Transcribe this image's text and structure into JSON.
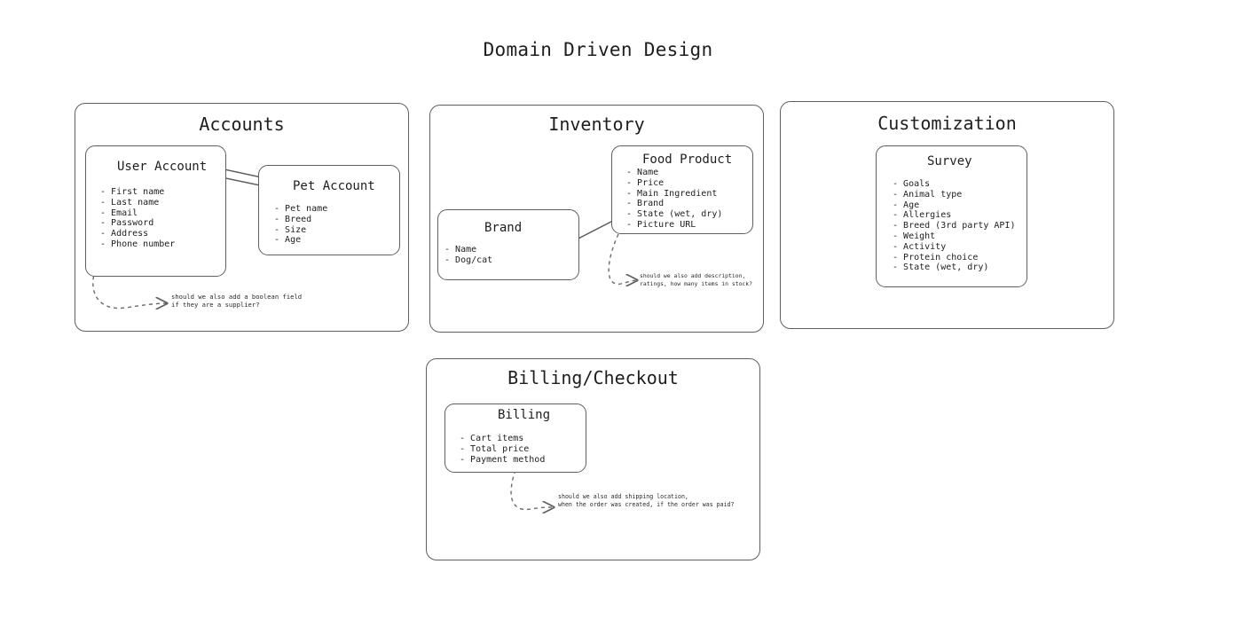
{
  "title": "Domain Driven Design",
  "contexts": {
    "accounts": {
      "title": "Accounts",
      "user_account": {
        "title": "User Account",
        "fields": [
          "First name",
          "Last name",
          "Email",
          "Password",
          "Address",
          "Phone number"
        ]
      },
      "pet_account": {
        "title": "Pet Account",
        "fields": [
          "Pet name",
          "Breed",
          "Size",
          "Age"
        ]
      },
      "note": [
        "should we also add a boolean field",
        "if they are a supplier?"
      ]
    },
    "inventory": {
      "title": "Inventory",
      "brand": {
        "title": "Brand",
        "fields": [
          "Name",
          "Dog/cat"
        ]
      },
      "food_product": {
        "title": "Food Product",
        "fields": [
          "Name",
          "Price",
          "Main Ingredient",
          "Brand",
          "State (wet, dry)",
          "Picture URL"
        ]
      },
      "note": [
        "should we also add description,",
        "ratings, how many items in stock?"
      ]
    },
    "customization": {
      "title": "Customization",
      "survey": {
        "title": "Survey",
        "fields": [
          "Goals",
          "Animal type",
          "Age",
          "Allergies",
          "Breed (3rd party API)",
          "Weight",
          "Activity",
          "Protein choice",
          "State (wet, dry)"
        ]
      }
    },
    "billing_checkout": {
      "title": "Billing/Checkout",
      "billing": {
        "title": "Billing",
        "fields": [
          "Cart items",
          "Total price",
          "Payment method"
        ]
      },
      "note": [
        "should we also add shipping location,",
        "when the order was created, if the order was paid?"
      ]
    }
  },
  "colors": {
    "stroke": "#5e5e5e",
    "text": "#1e1e1e",
    "background": "#ffffff"
  }
}
